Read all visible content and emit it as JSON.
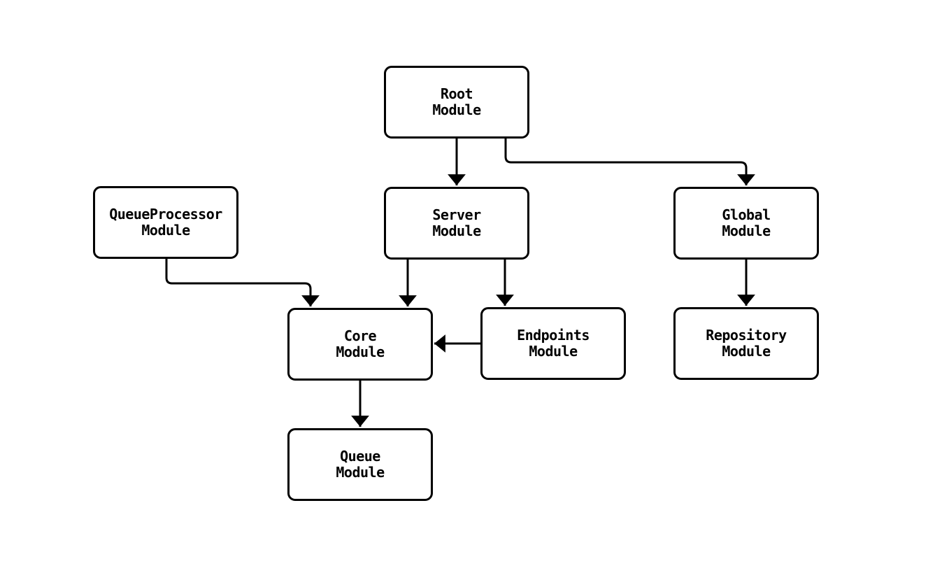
{
  "diagram": {
    "type": "flowchart",
    "colors": {
      "background": "#ffffff",
      "node_fill": "#ffffff",
      "node_border": "#000000",
      "edge": "#000000",
      "text": "#000000"
    },
    "nodes": {
      "root": {
        "label": "Root\nModule"
      },
      "queueprocessor": {
        "label": "QueueProcessor\nModule"
      },
      "server": {
        "label": "Server\nModule"
      },
      "global": {
        "label": "Global\nModule"
      },
      "core": {
        "label": "Core\nModule"
      },
      "endpoints": {
        "label": "Endpoints\nModule"
      },
      "repository": {
        "label": "Repository\nModule"
      },
      "queue": {
        "label": "Queue\nModule"
      }
    },
    "edges": [
      {
        "from": "root",
        "to": "server"
      },
      {
        "from": "root",
        "to": "global"
      },
      {
        "from": "queueprocessor",
        "to": "core"
      },
      {
        "from": "server",
        "to": "core"
      },
      {
        "from": "server",
        "to": "endpoints"
      },
      {
        "from": "endpoints",
        "to": "core"
      },
      {
        "from": "global",
        "to": "repository"
      },
      {
        "from": "core",
        "to": "queue"
      }
    ]
  }
}
